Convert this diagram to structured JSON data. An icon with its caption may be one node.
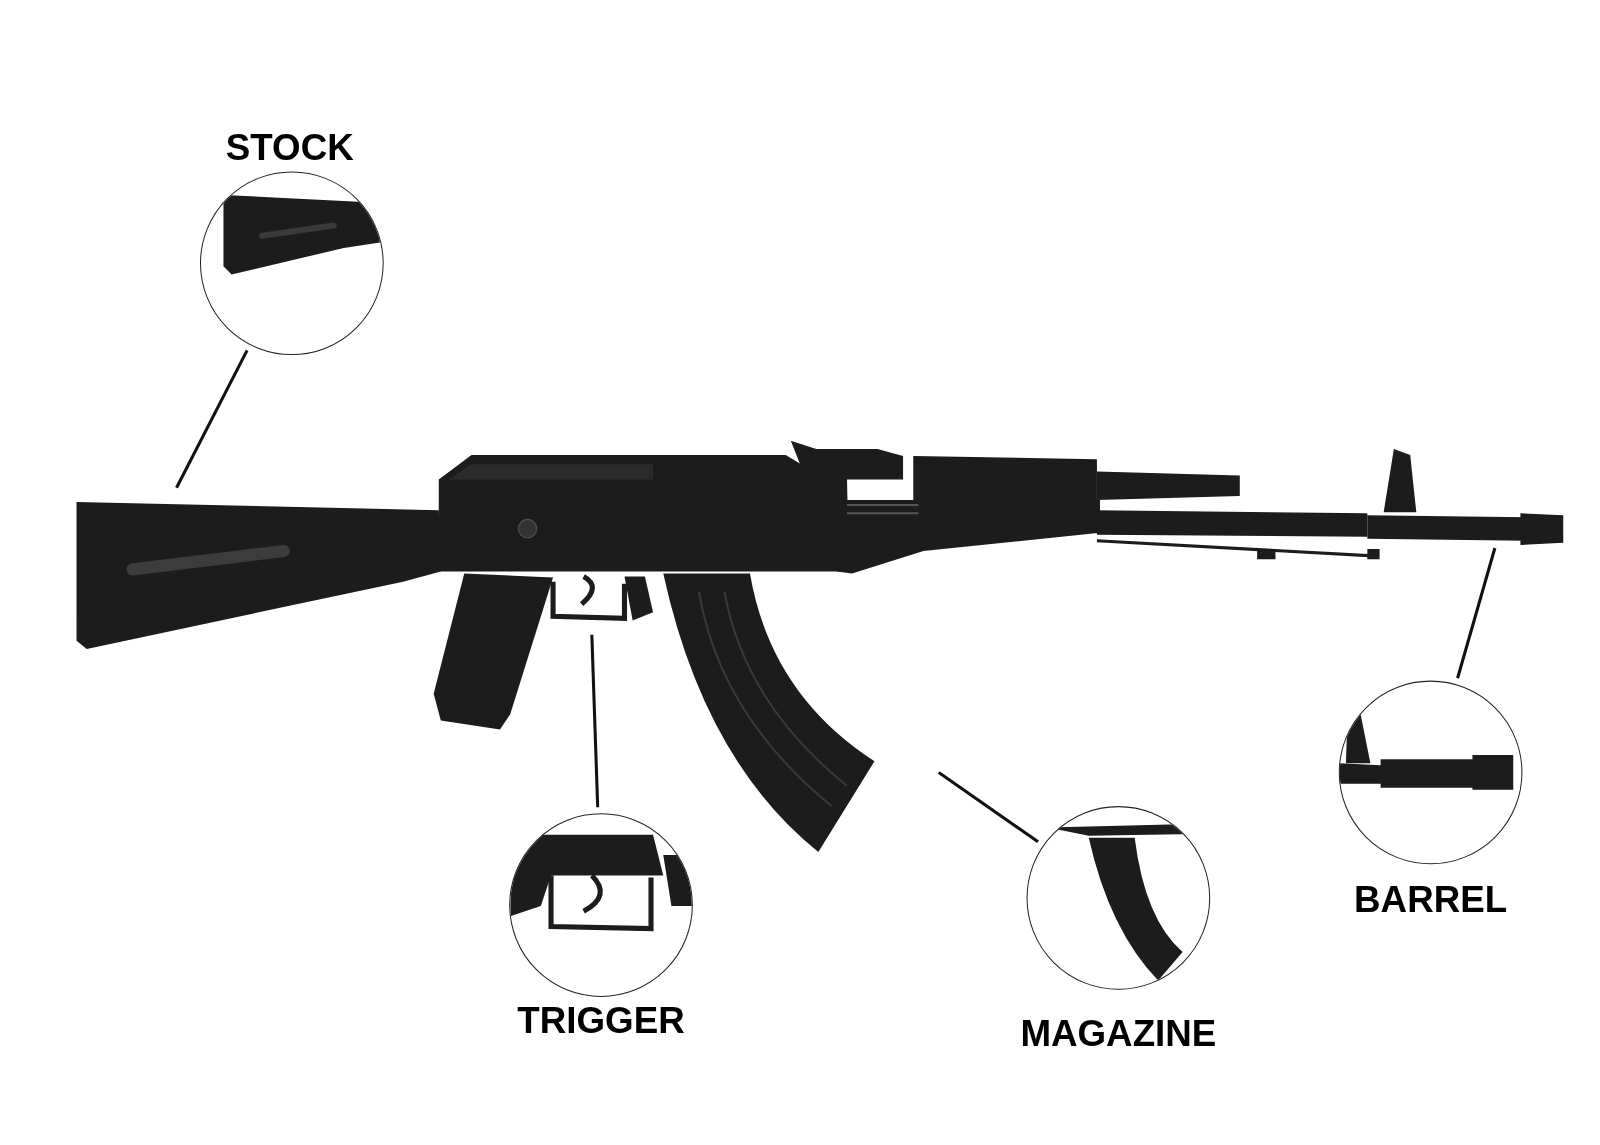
{
  "diagram": {
    "nodes": [
      {
        "text": [
          "STOCK"
        ]
      },
      {
        "text": [
          "TRIGGER"
        ]
      },
      {
        "text": [
          "MAGAZINE"
        ]
      },
      {
        "text": [
          "BARREL"
        ]
      },
      {
        "text": [],
        "shape": "picture"
      },
      {
        "text": [],
        "shape": "picture"
      },
      {
        "text": [],
        "shape": "picture"
      },
      {
        "text": [],
        "shape": "picture"
      }
    ],
    "edges": [
      {
        "from": 0,
        "to": 4,
        "arrow": "none"
      },
      {
        "from": 1,
        "to": 5,
        "arrow": "none"
      },
      {
        "from": 2,
        "to": 6,
        "arrow": "none"
      },
      {
        "from": 3,
        "to": 7,
        "arrow": "none"
      }
    ]
  }
}
